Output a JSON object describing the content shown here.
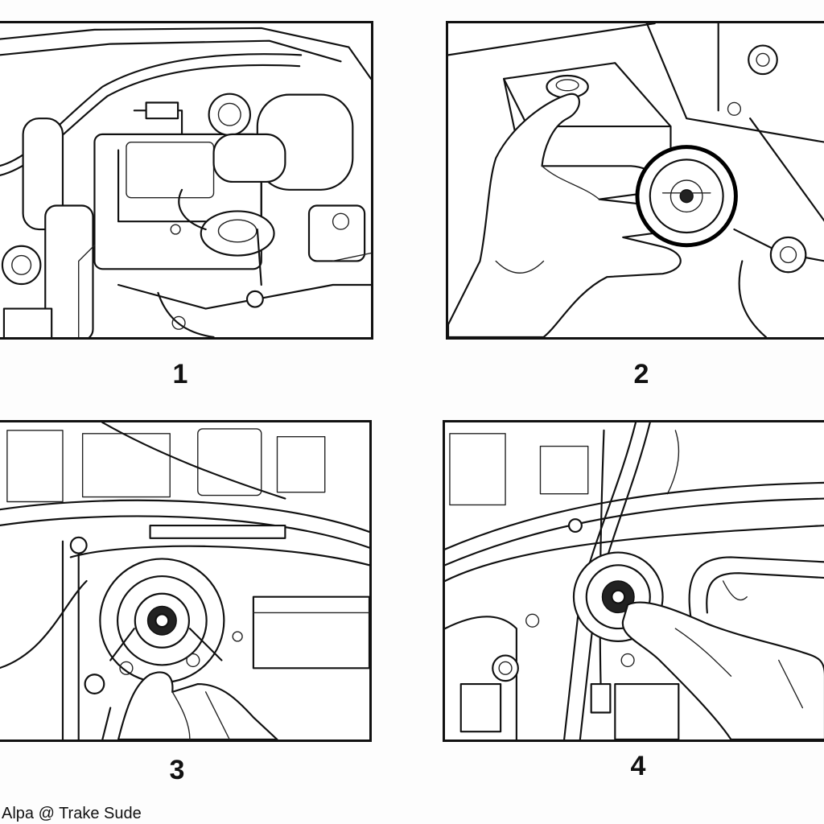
{
  "steps": [
    {
      "label": "1"
    },
    {
      "label": "2"
    },
    {
      "label": "3"
    },
    {
      "label": "4"
    }
  ],
  "credit": "Alpa @ Trake Sude",
  "illustrations": [
    {
      "step": "1",
      "icon": "engine-bay-icon"
    },
    {
      "step": "2",
      "icon": "hand-holding-part-icon"
    },
    {
      "step": "3",
      "icon": "hand-on-socket-icon"
    },
    {
      "step": "4",
      "icon": "hand-on-socket-icon"
    }
  ],
  "colors": {
    "ink": "#111111",
    "paper": "#fdfdfd"
  }
}
